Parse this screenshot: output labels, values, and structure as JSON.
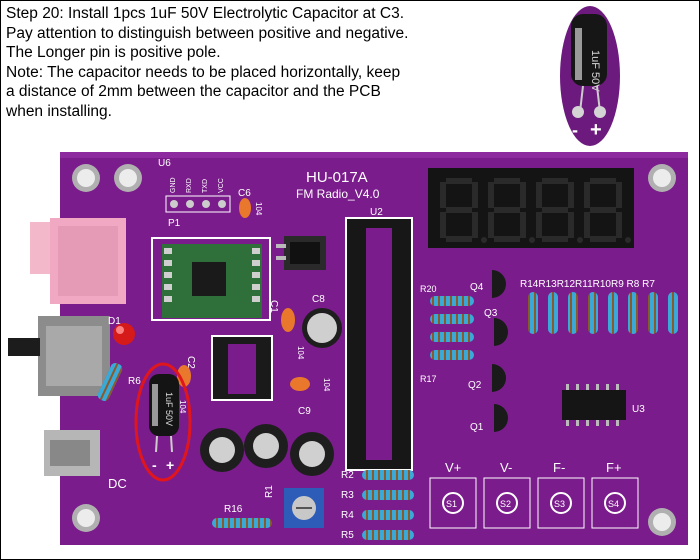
{
  "instructions": {
    "line1": "Step 20: Install 1pcs 1uF 50V Electrolytic Capacitor at C3.",
    "line2": "Pay attention to distinguish between positive and negative.",
    "line3": "The Longer pin is positive pole.",
    "line4": "Note: The capacitor needs to be placed horizontally, keep",
    "line5": "a distance of 2mm between the capacitor and the PCB",
    "line6": "when installing."
  },
  "inset": {
    "cap_text": "1uF 50V",
    "minus": "-",
    "plus": "+"
  },
  "board": {
    "name": "HU-017A",
    "subtitle": "FM Radio_V4.0",
    "header_pins": [
      "GND",
      "RXD",
      "TXD",
      "VCC"
    ],
    "refs": {
      "u6": "U6",
      "p1": "P1",
      "c6": "C6",
      "c6_val": "104",
      "u2": "U2",
      "d1": "D1",
      "c1": "C1",
      "c1_val": "104",
      "c8": "C8",
      "c2": "C2",
      "r6": "R6",
      "c3_val": "104",
      "c9": "C9",
      "c9_val": "104",
      "r20": "R20",
      "r17": "R17",
      "q4": "Q4",
      "q3": "Q3",
      "q2": "Q2",
      "q1": "Q1",
      "r_row": "R14R13R12R11R10R9 R8  R7",
      "u3": "U3",
      "r2": "R2",
      "r3": "R3",
      "r4": "R4",
      "r5": "R5",
      "r1": "R1",
      "r16": "R16",
      "dc": "DC",
      "cap_minus": "-",
      "cap_plus": "+"
    },
    "buttons": [
      {
        "label": "V+",
        "switch": "S1"
      },
      {
        "label": "V-",
        "switch": "S2"
      },
      {
        "label": "F-",
        "switch": "S3"
      },
      {
        "label": "F+",
        "switch": "S4"
      }
    ],
    "display_digits": "8.8.8.8."
  },
  "colors": {
    "pcb": "#7b1c8c",
    "silk": "#ffffff",
    "highlight": "#e0161c",
    "display": "#141414",
    "segment": "#2a2a2a"
  }
}
